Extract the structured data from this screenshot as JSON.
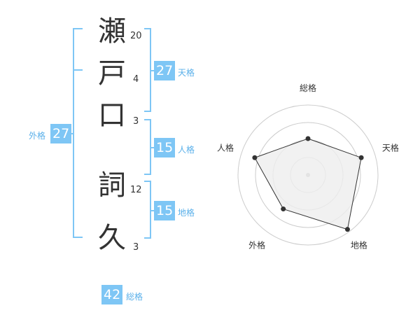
{
  "name": {
    "chars": [
      {
        "char": "瀬",
        "strokes": "20"
      },
      {
        "char": "戸",
        "strokes": "4"
      },
      {
        "char": "口",
        "strokes": "3"
      },
      {
        "char": "詞",
        "strokes": "12"
      },
      {
        "char": "久",
        "strokes": "3"
      }
    ]
  },
  "kaku": {
    "tenkaku": {
      "value": "27",
      "label": "天格"
    },
    "jinkaku": {
      "value": "15",
      "label": "人格"
    },
    "chikaku": {
      "value": "15",
      "label": "地格"
    },
    "gaikaku": {
      "value": "27",
      "label": "外格"
    },
    "soukaku": {
      "value": "42",
      "label": "総格"
    }
  },
  "chart_data": {
    "type": "radar",
    "axes": [
      "総格",
      "天格",
      "地格",
      "外格",
      "人格"
    ],
    "values": [
      0.52,
      0.8,
      0.96,
      0.6,
      0.8
    ],
    "range": [
      0,
      1
    ],
    "rings": 4,
    "colors": {
      "fill": "#eeeeee",
      "line": "#333333",
      "ring": "#cccccc",
      "accent": "#7ec6f5"
    }
  }
}
